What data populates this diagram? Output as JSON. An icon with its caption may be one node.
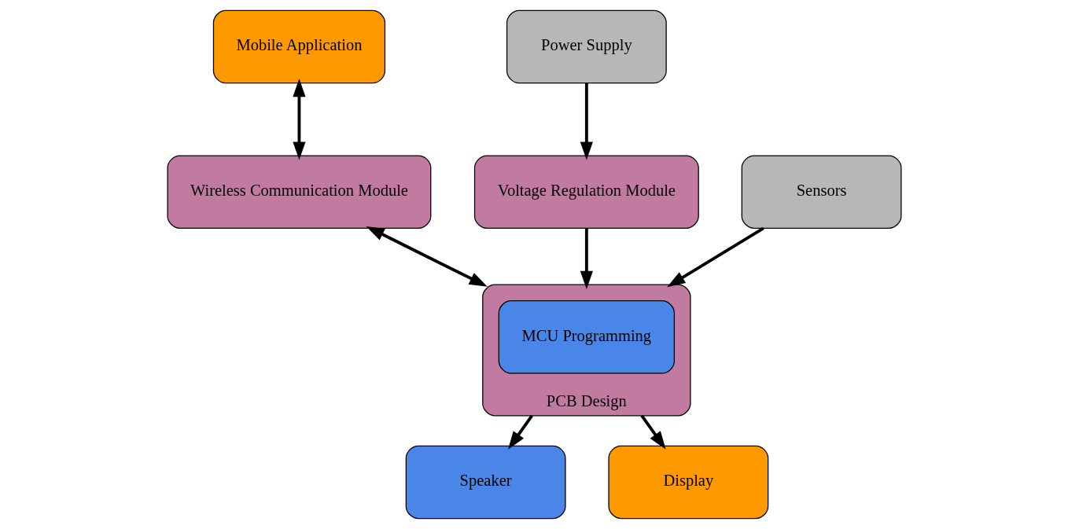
{
  "diagram": {
    "nodes": [
      {
        "text": [
          "Mobile Application"
        ]
      },
      {
        "text": [
          "Wireless Communication Module"
        ]
      },
      {
        "text": [
          "Power Supply"
        ]
      },
      {
        "text": [
          "Voltage Regulation Module"
        ]
      },
      {
        "text": [
          "PCB Design"
        ]
      },
      {
        "text": [
          "MCU Programming"
        ],
        "in": 4
      },
      {
        "text": [
          "Sensors"
        ]
      },
      {
        "text": [
          "Speaker"
        ]
      },
      {
        "text": [
          "Display"
        ]
      }
    ],
    "edges": [
      {
        "from": 0,
        "to": 1,
        "arrow": "both"
      },
      {
        "from": 1,
        "to": 4,
        "arrow": "both"
      },
      {
        "from": 2,
        "to": 3,
        "arrow": "to"
      },
      {
        "from": 3,
        "to": 4,
        "arrow": "to"
      },
      {
        "from": 6,
        "to": 4,
        "arrow": "to"
      },
      {
        "from": 4,
        "to": 7,
        "arrow": "to"
      },
      {
        "from": 4,
        "to": 8,
        "arrow": "to"
      }
    ]
  }
}
